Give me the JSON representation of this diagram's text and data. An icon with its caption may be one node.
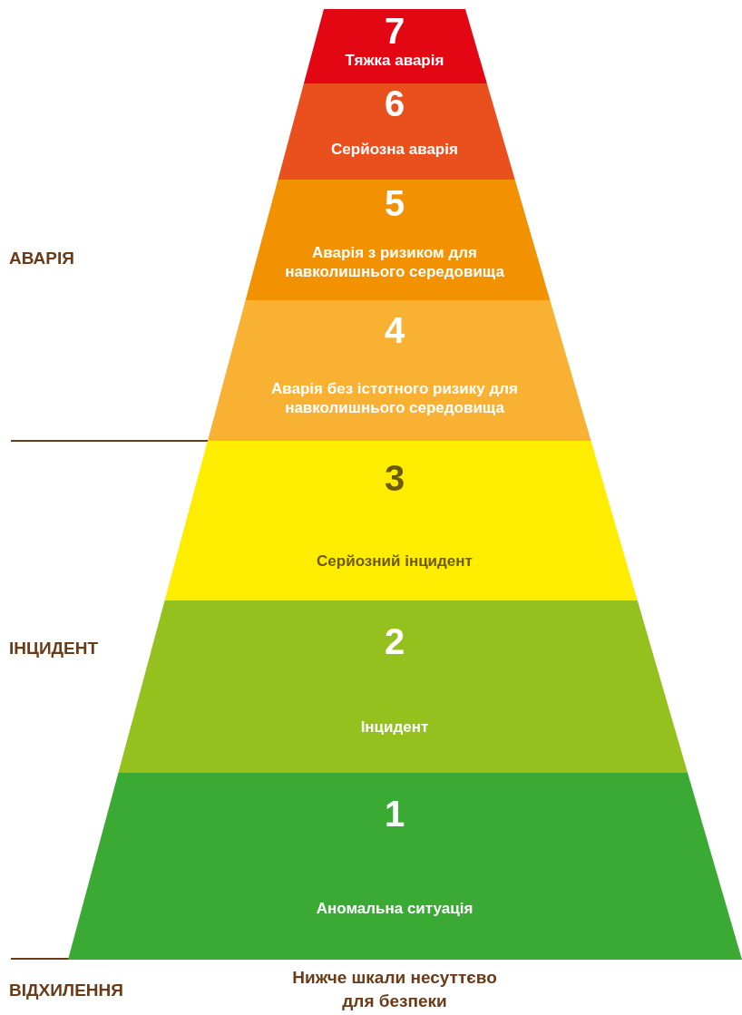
{
  "diagram": {
    "nodes": [
      {
        "text": [
          "7",
          "Тяжка аварія"
        ]
      },
      {
        "text": [
          "6",
          "Серйозна аварія"
        ]
      },
      {
        "text": [
          "5",
          "Аварія з ризиком для навколишнього середовища"
        ]
      },
      {
        "text": [
          "4",
          "Аварія без істотного ризику для навколишнього середовища"
        ]
      },
      {
        "text": [
          "3",
          "Серйозний інцидент"
        ]
      },
      {
        "text": [
          "2",
          "Інцидент"
        ]
      },
      {
        "text": [
          "1",
          "Аномальна ситуація"
        ]
      }
    ],
    "edges": [],
    "labels": [
      "АВАРІЯ",
      "ІНЦИДЕНТ",
      "ВІДХИЛЕННЯ",
      "Нижче шкали несуттєво для безпеки"
    ]
  }
}
